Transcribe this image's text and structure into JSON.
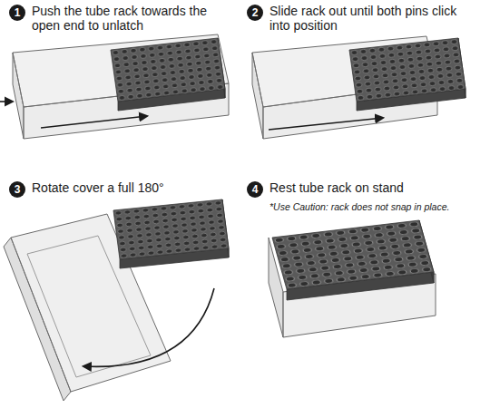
{
  "diagram": {
    "nodes": [
      {
        "text": [
          "1",
          "Push the tube rack towards the open end to unlatch"
        ]
      },
      {
        "text": [
          "2",
          "Slide rack out until both pins click into position"
        ]
      },
      {
        "text": [
          "3",
          "Rotate cover a full 180°"
        ]
      },
      {
        "text": [
          "4",
          "Rest tube rack on stand"
        ]
      }
    ],
    "labels": [
      "*Use Caution: rack does not snap in place."
    ]
  }
}
